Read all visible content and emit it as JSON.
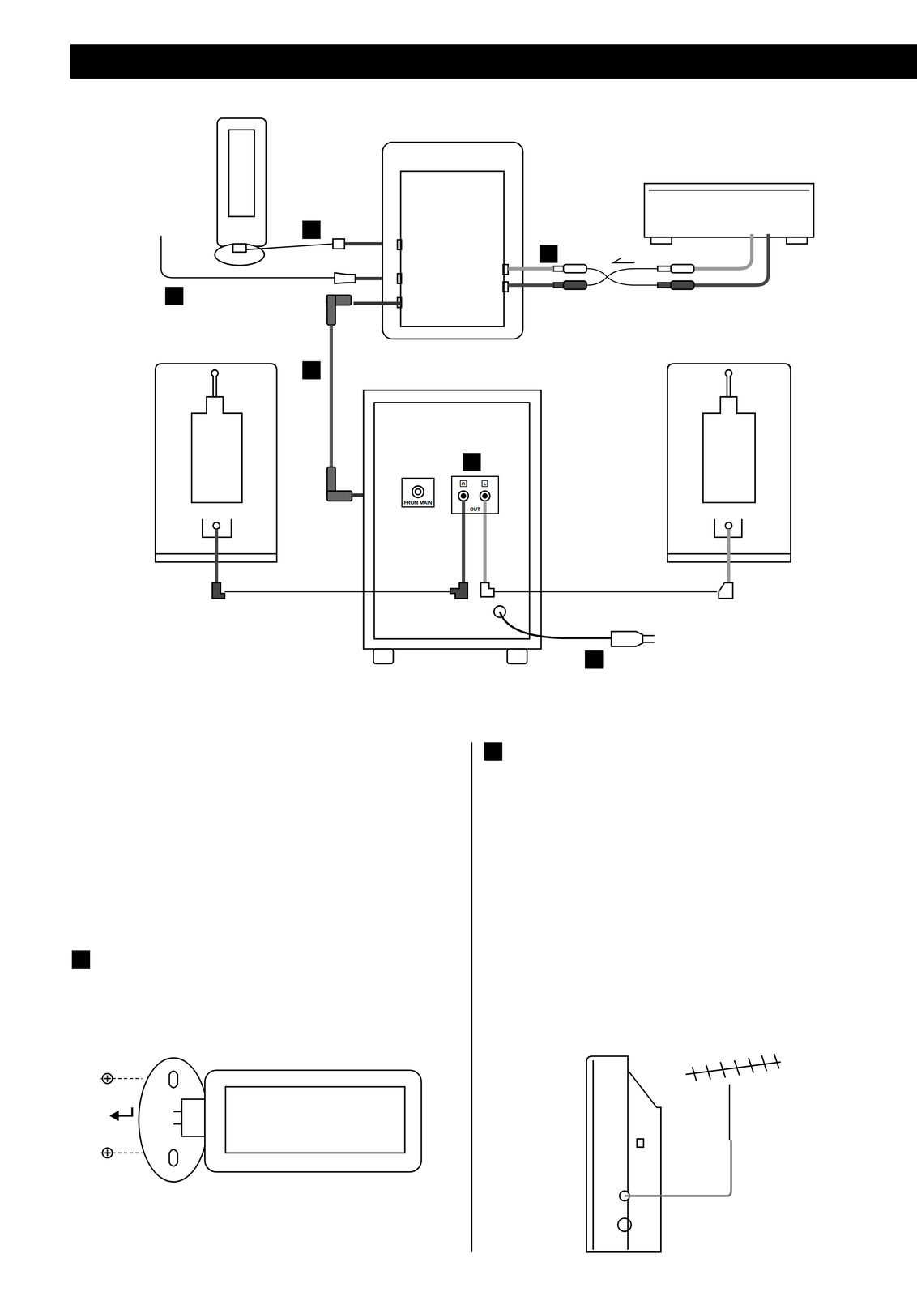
{
  "diagram": {
    "nodes": [
      {
        "text": [
          "FROM MAIN"
        ]
      },
      {
        "text": [
          "OUT"
        ]
      }
    ],
    "labels": [
      "R",
      "L"
    ]
  }
}
